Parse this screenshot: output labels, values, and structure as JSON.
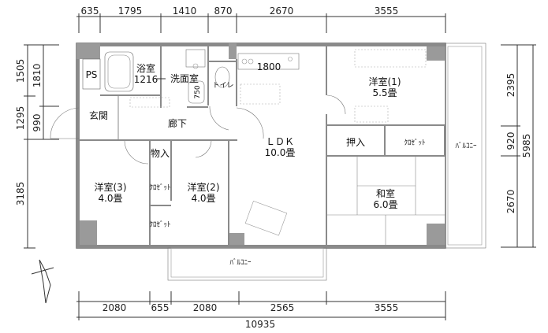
{
  "dimensions": {
    "top": [
      "635",
      "1795",
      "1410",
      "870",
      "2670",
      "3555"
    ],
    "bottom": [
      "2080",
      "655",
      "2080",
      "2565",
      "3555"
    ],
    "total_width": "10935",
    "left_outer": [
      "1505",
      "1295",
      "3185"
    ],
    "left_inner": [
      "1810",
      "990"
    ],
    "right": [
      "2395",
      "920",
      "2670"
    ],
    "total_depth": "5985"
  },
  "rooms": {
    "ps": "PS",
    "bath": "浴室",
    "bath_size": "1216",
    "washroom": "洗面室",
    "wash_width": "750",
    "toilet": "トイレ",
    "kitchen_width": "1800",
    "entrance": "玄関",
    "hallway": "廊下",
    "storage": "物入",
    "western3": "洋室(3)",
    "western3_size": "4.0畳",
    "closet3": "ｸﾛｾﾞｯﾄ",
    "closet2": "ｸﾛｾﾞｯﾄ",
    "western2": "洋室(2)",
    "western2_size": "4.0畳",
    "ldk": "ＬＤＫ",
    "ldk_size": "10.0畳",
    "western1": "洋室(1)",
    "western1_size": "5.5畳",
    "oshiire": "押入",
    "closet1": "ｸﾛｾﾞｯﾄ",
    "japanese": "和室",
    "japanese_size": "6.0畳",
    "balcony_right": "ﾊﾞﾙｺﾆｰ",
    "balcony_bottom": "ﾊﾞﾙｺﾆｰ"
  }
}
